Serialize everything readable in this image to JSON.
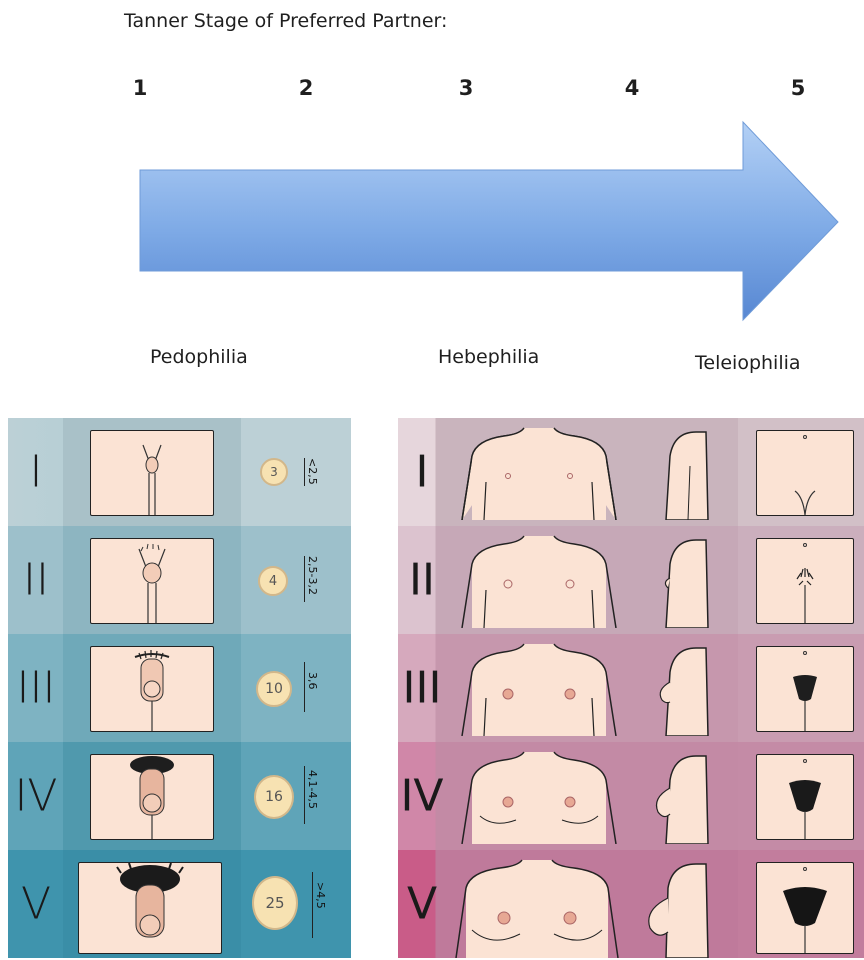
{
  "title": "Tanner Stage of Preferred Partner:",
  "stages": [
    "1",
    "2",
    "3",
    "4",
    "5"
  ],
  "categories": [
    "Pedophilia",
    "Hebephilia",
    "Teleiophilia"
  ],
  "male_rows": [
    {
      "roman": "I",
      "volume": "3",
      "length": "<2,5"
    },
    {
      "roman": "II",
      "volume": "4",
      "length": "2,5-3,2"
    },
    {
      "roman": "III",
      "volume": "10",
      "length": "3,6"
    },
    {
      "roman": "IV",
      "volume": "16",
      "length": "4,1-4,5"
    },
    {
      "roman": "V",
      "volume": "25",
      "length": ">4,5"
    }
  ],
  "female_rows": [
    {
      "roman": "I"
    },
    {
      "roman": "II"
    },
    {
      "roman": "III"
    },
    {
      "roman": "IV"
    },
    {
      "roman": "V"
    }
  ],
  "colors": {
    "arrow_top": "#a9c8f3",
    "arrow_bottom": "#5b90d8",
    "male_panel": "#5fa6bd",
    "female_panel": "#c46a92",
    "skin": "#fbe3d4",
    "hair": "#222222"
  }
}
